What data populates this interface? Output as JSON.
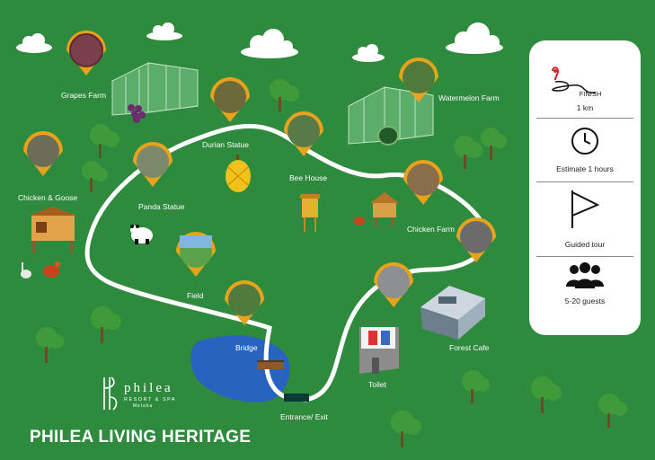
{
  "map": {
    "title": "PHILEA LIVING HERITAGE",
    "logo": {
      "name": "philea",
      "subtitle": "RESORT & SPA",
      "location": "Melaka"
    },
    "locations": [
      {
        "label": "Grapes Farm"
      },
      {
        "label": "Durian Statue"
      },
      {
        "label": "Watermelon Farm"
      },
      {
        "label": "Chicken & Goose"
      },
      {
        "label": "Panda Statue"
      },
      {
        "label": "Bee House"
      },
      {
        "label": "Chicken Farm"
      },
      {
        "label": "Field"
      },
      {
        "label": "Bridge"
      },
      {
        "label": "Toilet"
      },
      {
        "label": "Forest Cafe"
      },
      {
        "label": "Entrance/ Exit"
      }
    ],
    "colors": {
      "background": "#2e8a3d",
      "path": "#ffffff",
      "pin": "#e8a21c",
      "panel": "#ffffff",
      "start_pin": "#c62828"
    }
  },
  "info_panel": {
    "route": {
      "icon": "route-icon",
      "finish_label": "FINISH",
      "distance": "1 km"
    },
    "time": {
      "icon": "clock-icon",
      "label": "Estimate 1 hours"
    },
    "tour": {
      "icon": "flag-icon",
      "label": "Guided tour"
    },
    "guests": {
      "icon": "people-icon",
      "label": "5-20 guests"
    }
  }
}
